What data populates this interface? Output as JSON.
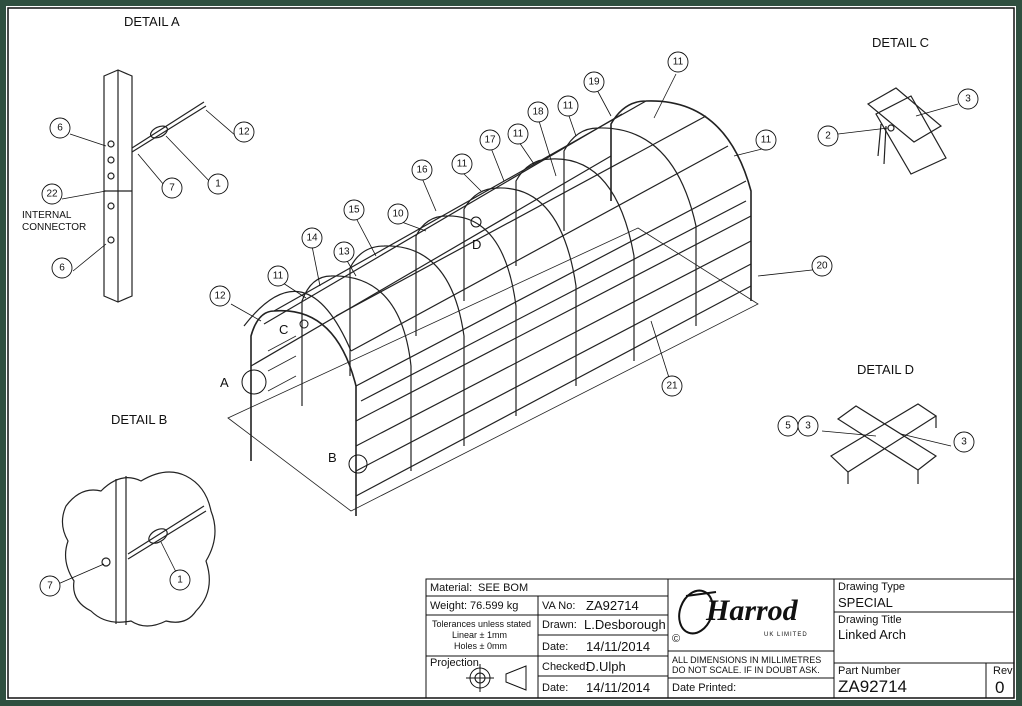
{
  "details": {
    "a": "DETAIL A",
    "b": "DETAIL B",
    "c": "DETAIL C",
    "d": "DETAIL D",
    "internal_connector": [
      "INTERNAL",
      "CONNECTOR"
    ]
  },
  "views": {
    "a": "A",
    "b": "B",
    "c": "C",
    "d": "D"
  },
  "balloons": {
    "main": [
      "11",
      "14",
      "15",
      "16",
      "10",
      "11",
      "17",
      "11",
      "18",
      "11",
      "19",
      "11",
      "20",
      "21",
      "12",
      "13",
      "11"
    ],
    "detail_a": [
      "6",
      "22",
      "6",
      "12",
      "1",
      "7"
    ],
    "detail_b": [
      "7",
      "1"
    ],
    "detail_c": [
      "3",
      "2"
    ],
    "detail_d": [
      "5",
      "3",
      "3"
    ]
  },
  "title_block": {
    "material_label": "Material:",
    "material_value": "SEE BOM",
    "weight_label": "Weight:",
    "weight_value": "76.599 kg",
    "va_label": "VA No:",
    "va_value": "ZA92714",
    "tolerances": [
      "Tolerances unless stated",
      "Linear ± 1mm",
      "Holes ± 0mm"
    ],
    "drawn_label": "Drawn:",
    "drawn_value": "L.Desborough",
    "date_label": "Date:",
    "date1": "14/11/2014",
    "projection_label": "Projection",
    "checked_label": "Checked:",
    "checked_value": "D.Ulph",
    "date2": "14/11/2014",
    "logo_text": "Harrod",
    "logo_sub": "UK LIMITED",
    "logo_copy": "©",
    "notice": [
      "ALL DIMENSIONS IN MILLIMETRES",
      "DO NOT SCALE. IF IN DOUBT ASK."
    ],
    "date_printed_label": "Date Printed:",
    "drawing_type_label": "Drawing Type",
    "drawing_type_value": "SPECIAL",
    "drawing_title_label": "Drawing Title",
    "drawing_title_value": "Linked Arch",
    "part_number_label": "Part Number",
    "part_number_value": "ZA92714",
    "rev_label": "Rev",
    "rev_value": "0"
  }
}
